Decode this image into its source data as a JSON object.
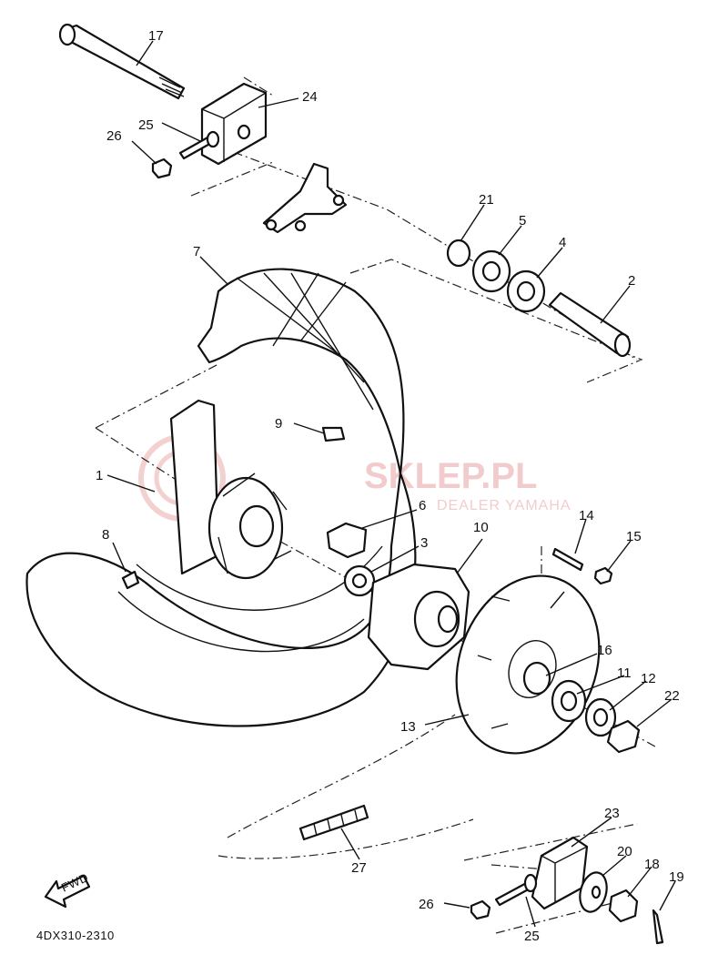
{
  "diagram": {
    "drawing_code": "4DX310-2310",
    "fwd_label": "FWD",
    "watermark": {
      "main": "SKLEP.PL",
      "sub": "DEALER YAMAHA",
      "color": "#e9a3a3"
    },
    "callouts": [
      "17",
      "24",
      "25",
      "26",
      "21",
      "5",
      "4",
      "2",
      "7",
      "9",
      "1",
      "6",
      "8",
      "3",
      "10",
      "14",
      "15",
      "16",
      "11",
      "12",
      "22",
      "13",
      "23",
      "20",
      "18",
      "19",
      "27",
      "26",
      "25"
    ]
  }
}
